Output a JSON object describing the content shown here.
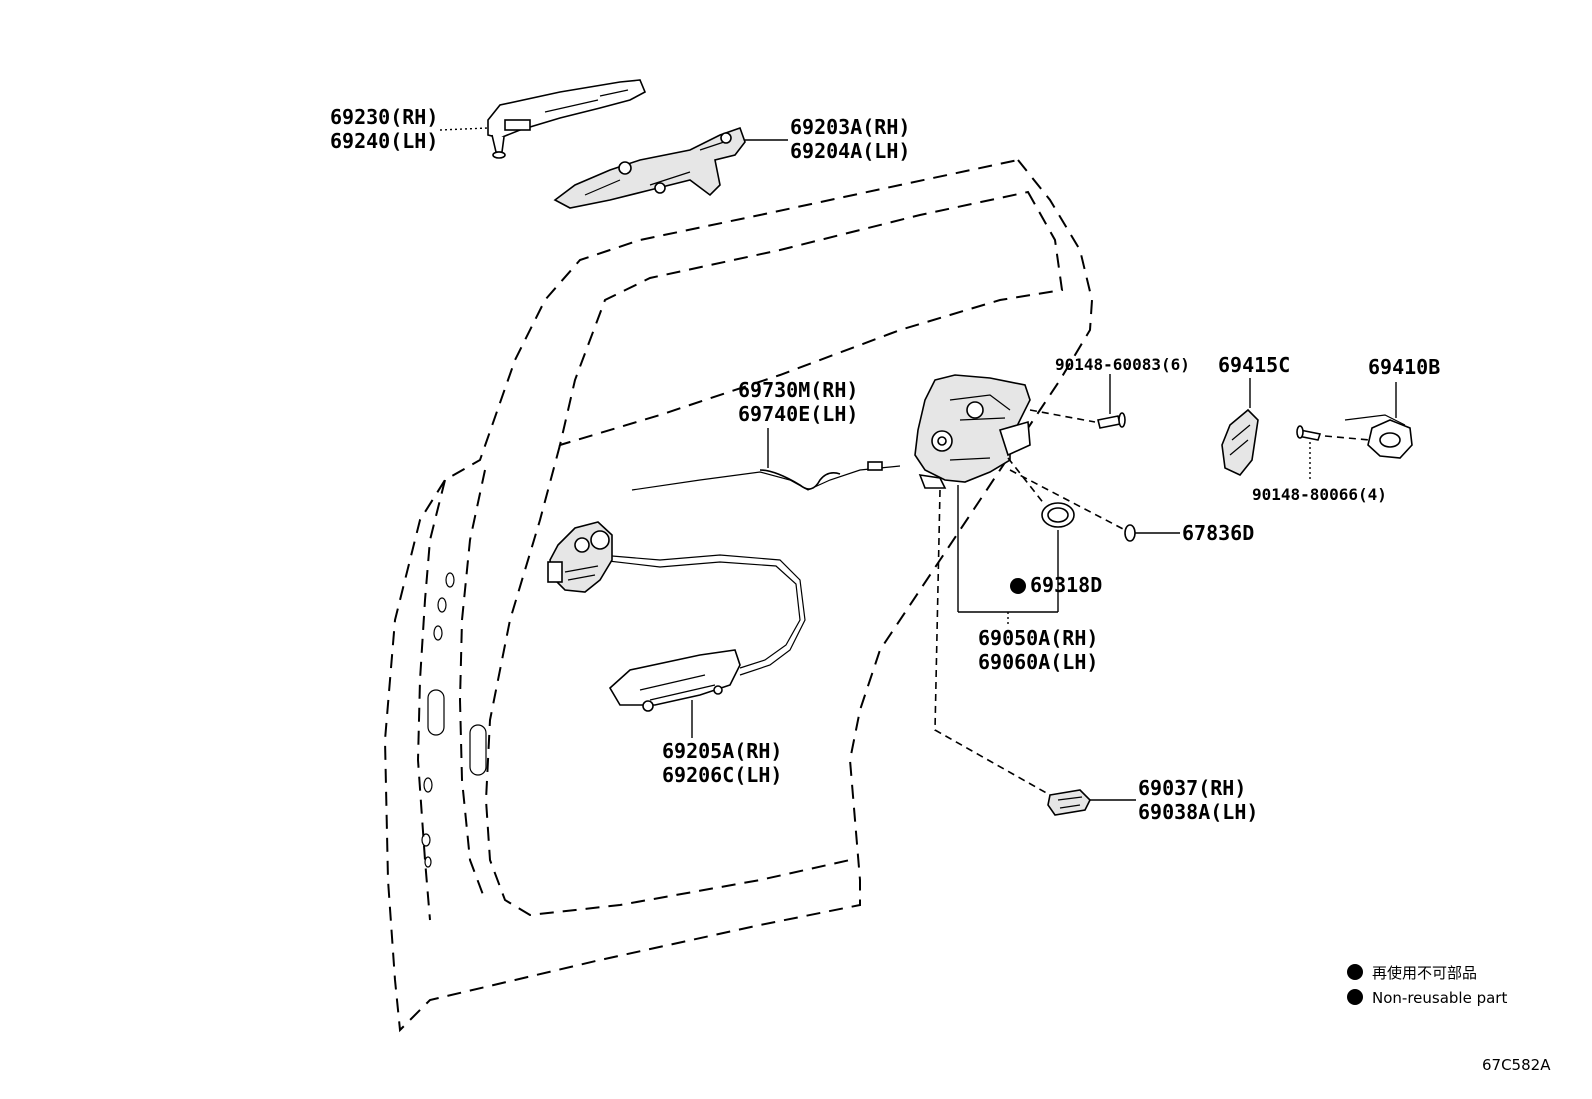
{
  "parts": {
    "outer_handle": {
      "rh": "69230(RH)",
      "lh": "69240(LH)"
    },
    "handle_frame": {
      "rh": "69203A(RH)",
      "lh": "69204A(LH)"
    },
    "lock_cable": {
      "rh": "69730M(RH)",
      "lh": "69740E(LH)"
    },
    "screw_lock": "90148-60083(6)",
    "striker_cover": "69415C",
    "striker": "69410B",
    "striker_screw": "90148-80066(4)",
    "cushion": "67836D",
    "seal": "69318D",
    "lock_assy": {
      "rh": "69050A(RH)",
      "lh": "69060A(LH)"
    },
    "inner_handle": {
      "rh": "69205A(RH)",
      "lh": "69206C(LH)"
    },
    "lock_cover": {
      "rh": "69037(RH)",
      "lh": "69038A(LH)"
    }
  },
  "legend": {
    "jp": "再使用不可部品",
    "en": "Non-reusable part"
  },
  "diagram_code": "67C582A"
}
